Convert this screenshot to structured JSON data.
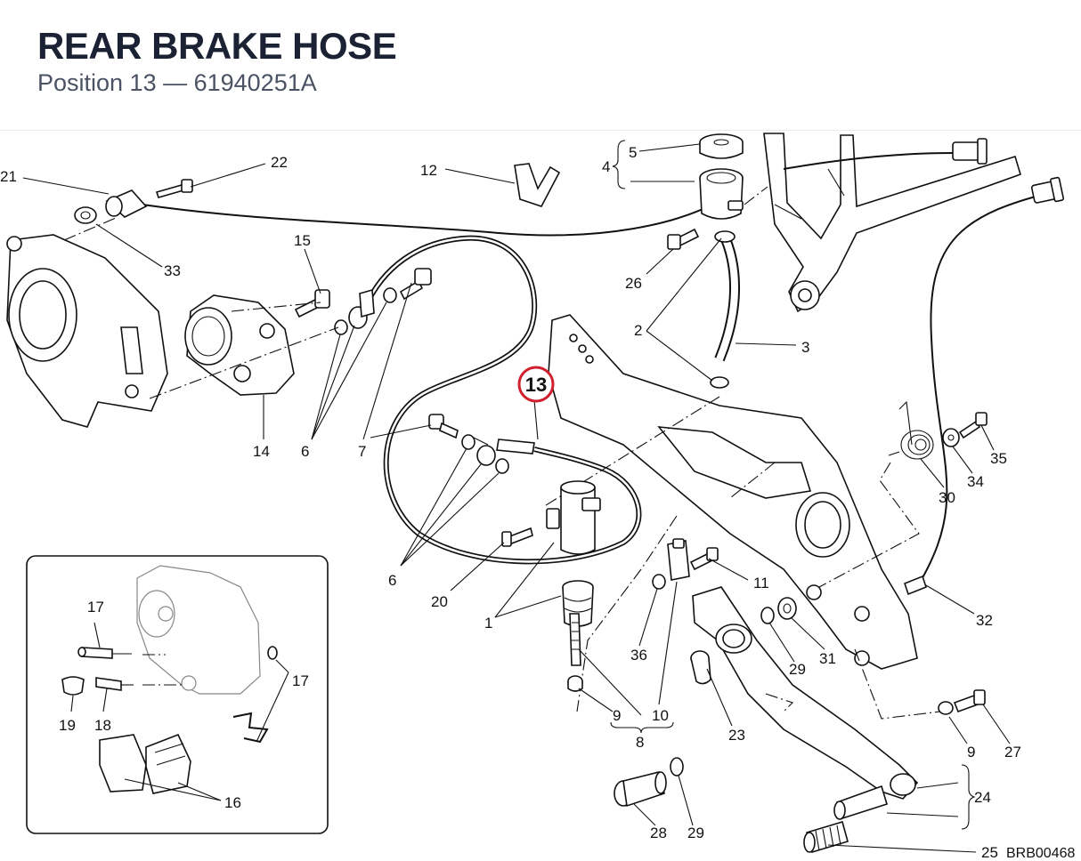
{
  "header": {
    "title": "REAR BRAKE HOSE",
    "subtitle": "Position 13 — 61940251A"
  },
  "highlight": {
    "label": "13",
    "color": "#d0202e"
  },
  "callouts": {
    "c1": "1",
    "c2": "2",
    "c3": "3",
    "c4": "4",
    "c5": "5",
    "c6a": "6",
    "c6b": "6",
    "c7": "7",
    "c8": "8",
    "c9a": "9",
    "c9b": "9",
    "c10": "10",
    "c11": "11",
    "c12": "12",
    "c14": "14",
    "c15": "15",
    "c16": "16",
    "c17a": "17",
    "c17b": "17",
    "c18": "18",
    "c19": "19",
    "c20": "20",
    "c21": "21",
    "c22": "22",
    "c23": "23",
    "c24": "24",
    "c25": "25",
    "c26": "26",
    "c27": "27",
    "c28": "28",
    "c29a": "29",
    "c29b": "29",
    "c30": "30",
    "c31": "31",
    "c32": "32",
    "c33": "33",
    "c34": "34",
    "c35": "35",
    "c36": "36"
  },
  "drawing_code": "BRB00468"
}
